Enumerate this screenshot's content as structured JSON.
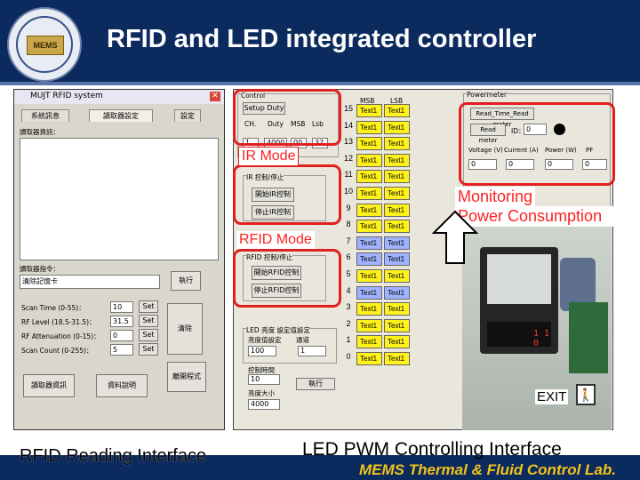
{
  "slide": {
    "title": "RFID and LED integrated controller",
    "logo_text": "MEMS",
    "caption_left": "RFID Reading Interface",
    "caption_right": "LED PWM Controlling Interface",
    "lab_name": "MEMS Thermal & Fluid Control Lab.",
    "colors": {
      "header": "#0b2a5e",
      "highlight": "#e02020",
      "callout_text": "#ff2020",
      "lab_text": "#f2c318"
    }
  },
  "rfid_window": {
    "title": "MUJT RFID system",
    "tabs": [
      "系統訊息",
      "讀取器設定",
      "設定"
    ],
    "read_info_label": "讀取器資訊：",
    "command_label": "讀取器指令：",
    "command_value": "清除記憶卡",
    "send_button": "執行",
    "params": [
      {
        "label": "Scan Time (0-55)：",
        "value": "10",
        "button": "Set"
      },
      {
        "label": "RF Level (18.5-31.5)：",
        "value": "31.5",
        "button": "Set"
      },
      {
        "label": "RF Attenuation (0-15)：",
        "value": "0",
        "button": "Set"
      },
      {
        "label": "Scan Count (0-255)：",
        "value": "5",
        "button": "Set"
      }
    ],
    "clear_button": "清除",
    "bottom_buttons": [
      "讀取器資訊",
      "資料說明",
      "離開程式"
    ]
  },
  "led_window": {
    "title": "Control",
    "setup_button": "Setup Duty",
    "cols": [
      "CH.",
      "Duty",
      "MSB",
      "Lsb"
    ],
    "row_values": [
      "1",
      "4000",
      "00",
      "32"
    ],
    "ir_group_title": "IR 控制/停止",
    "ir_buttons": [
      "開始IR控制",
      "停止IR控制"
    ],
    "rfid_group_title": "RFID 控制/停止",
    "rfid_buttons": [
      "開始RFID控制",
      "停止RFID控制"
    ],
    "led_group_title": "LED 亮度 設定值設定",
    "led_group_labels": [
      "亮度值設定",
      "通道"
    ],
    "led_group_values": [
      "100",
      "1"
    ],
    "time_label": "控制時間",
    "time_value": "10",
    "power_label": "亮度大小",
    "power_value": "4000",
    "run_button": "執行",
    "bits_header": [
      "MSB",
      "LSB"
    ],
    "bit_numbers": [
      "15",
      "14",
      "13",
      "12",
      "11",
      "10",
      "9",
      "8",
      "7",
      "6",
      "5",
      "4",
      "3",
      "2",
      "1",
      "0"
    ],
    "bit_text": "Text1",
    "bit_fill": [
      "yellow",
      "yellow",
      "yellow",
      "yellow",
      "yellow",
      "yellow",
      "yellow",
      "yellow",
      "blue",
      "blue",
      "yellow",
      "blue",
      "yellow",
      "yellow",
      "yellow",
      "yellow"
    ]
  },
  "power_panel": {
    "title": "Powermeter",
    "meter_button": "Read_Time_Read meter",
    "read_button": "Read meter",
    "id_label": "ID：",
    "id_value": "0",
    "cols": [
      "Voltage (V)",
      "Current (A)",
      "Power (W)",
      "PF"
    ],
    "values": [
      "0",
      "0",
      "0",
      "0"
    ]
  },
  "callouts": {
    "ir": "IR Mode",
    "rfid": "RFID Mode",
    "monitor_line1": "Monitoring",
    "monitor_line2": "Power Consumption"
  },
  "exit_label": "EXIT",
  "meter_display": "1 1 0"
}
